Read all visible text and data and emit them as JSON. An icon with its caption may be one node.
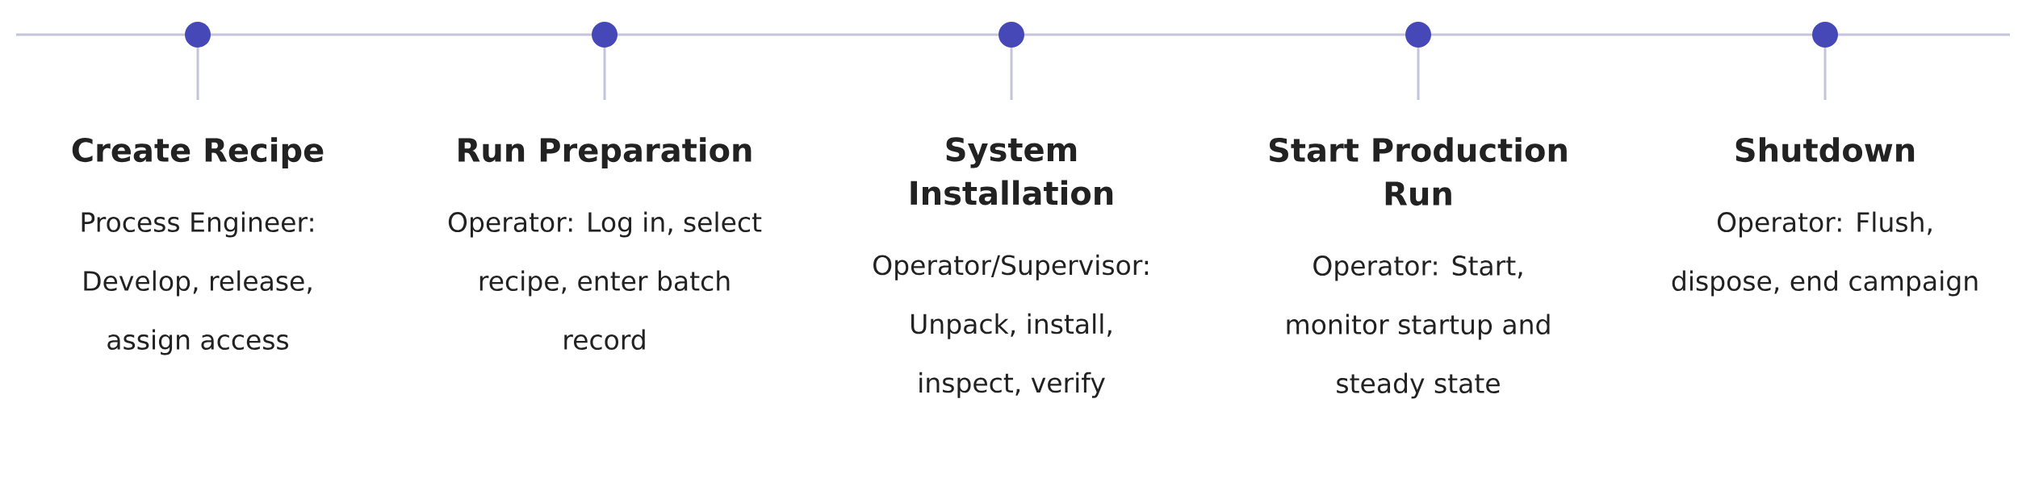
{
  "diagram": {
    "nodes": [
      {
        "text": [
          "Create Recipe",
          "Process Engineer: Develop, release, assign access"
        ]
      },
      {
        "text": [
          "Run Preparation",
          "Operator: Log in, select recipe, enter batch record"
        ]
      },
      {
        "text": [
          "System Installation",
          "Operator/Supervisor: Unpack, install, inspect, verify"
        ]
      },
      {
        "text": [
          "Start Production Run",
          "Operator: Start, monitor startup and steady state"
        ]
      },
      {
        "text": [
          "Shutdown",
          "Operator: Flush, dispose, end campaign"
        ]
      }
    ]
  }
}
